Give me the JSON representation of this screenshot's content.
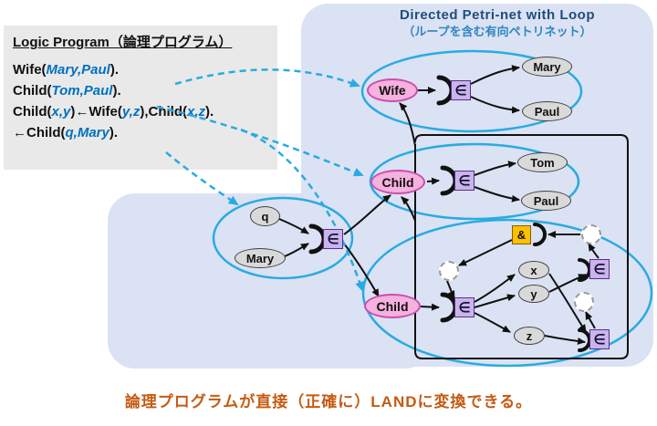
{
  "header": {
    "title": "Directed Petri-net with  Loop",
    "subtitle": "（ループを含む有向ペトリネット）"
  },
  "logic_program": {
    "title": "Logic Program（論理プログラム）",
    "lines": [
      {
        "p1": "Wife(",
        "b1": "Mary,Paul",
        "p2": ")."
      },
      {
        "p1": "Child(",
        "b1": "Tom,Paul",
        "p2": ")."
      },
      {
        "p1": "Child(",
        "b1": "x,y",
        "p2": ")←Wife(",
        "b2": "y,z",
        "p3": "),Child(",
        "b3": "x,z",
        "p4": ")."
      },
      {
        "p1": "←Child(",
        "b1": "q,Mary",
        "p2": ")."
      }
    ]
  },
  "nodes": {
    "wife": "Wife",
    "child": "Child",
    "mary": "Mary",
    "paul": "Paul",
    "tom": "Tom",
    "q": "q",
    "x": "x",
    "y": "y",
    "z": "z",
    "element_of": "∈",
    "and": "&"
  },
  "caption": "論理プログラムが直接（正確に）LANDに変換できる。",
  "colors": {
    "net_outline_cyan": "#29abe2",
    "place_pink": "#f6b1de",
    "operator_purple": "#cab4ea",
    "and_gold": "#ffc000",
    "caption_orange": "#c55a11",
    "argument_blue": "#0070c0",
    "background_panel": "#dbe2f3"
  }
}
